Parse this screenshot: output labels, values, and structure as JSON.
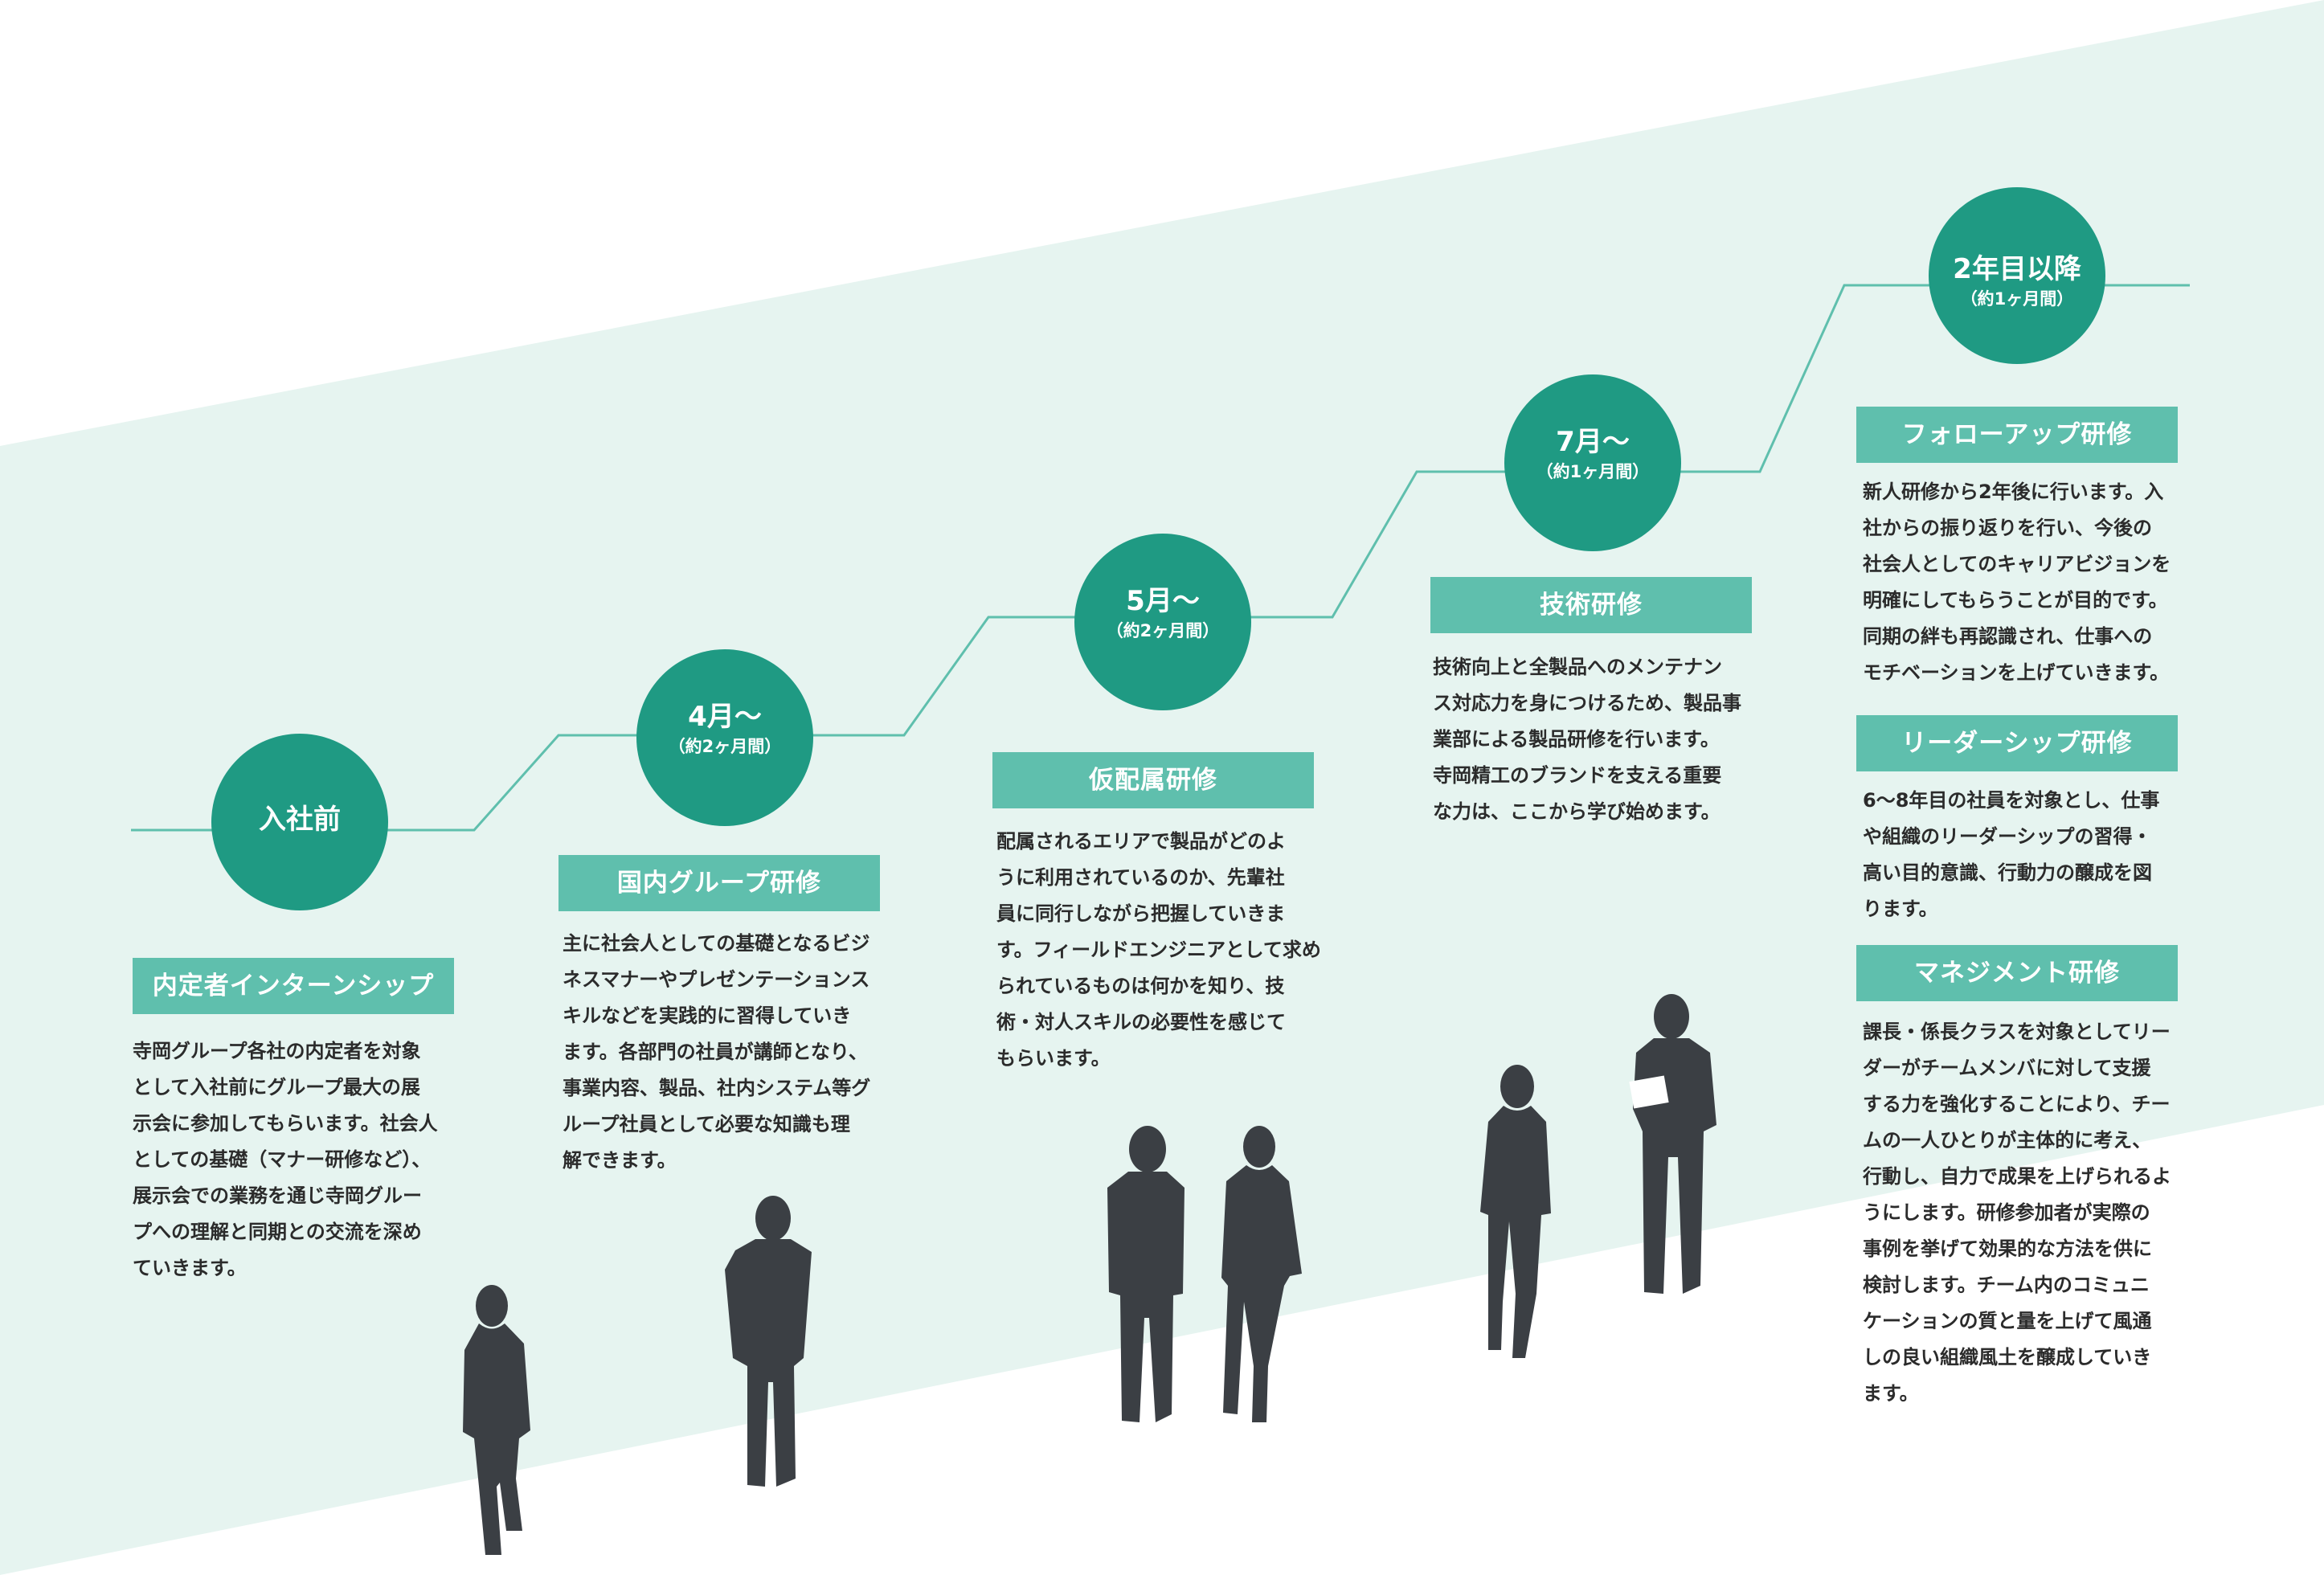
{
  "colors": {
    "band": "#e6f4f0",
    "accent": "#1f9a83",
    "label_bg": "#5fbfad",
    "line": "#5fbfad",
    "text": "#2b2b2b",
    "silhouette": "#3b3f44"
  },
  "stages": [
    {
      "circle_title": "入社前",
      "circle_sub": "",
      "programs": [
        {
          "title": "内定者インターンシップ",
          "lines": [
            "寺岡グループ各社の内定者を対象",
            "として入社前にグループ最大の展",
            "示会に参加してもらいます。社会人",
            "としての基礎（マナー研修など）、",
            "展示会での業務を通じ寺岡グルー",
            "プへの理解と同期との交流を深め",
            "ていきます。"
          ]
        }
      ]
    },
    {
      "circle_title": "4月～",
      "circle_sub": "（約2ヶ月間）",
      "programs": [
        {
          "title": "国内グループ研修",
          "lines": [
            "主に社会人としての基礎となるビジ",
            "ネスマナーやプレゼンテーションス",
            "キルなどを実践的に習得していき",
            "ます。各部門の社員が講師となり、",
            "事業内容、製品、社内システム等グ",
            "ループ社員として必要な知識も理",
            "解できます。"
          ]
        }
      ]
    },
    {
      "circle_title": "5月～",
      "circle_sub": "（約2ヶ月間）",
      "programs": [
        {
          "title": "仮配属研修",
          "lines": [
            "配属されるエリアで製品がどのよ",
            "うに利用されているのか、先輩社",
            "員に同行しながら把握していきま",
            "す。フィールドエンジニアとして求め",
            "られているものは何かを知り、技",
            "術・対人スキルの必要性を感じて",
            "もらいます。"
          ]
        }
      ]
    },
    {
      "circle_title": "7月～",
      "circle_sub": "（約1ヶ月間）",
      "programs": [
        {
          "title": "技術研修",
          "lines": [
            "技術向上と全製品へのメンテナン",
            "ス対応力を身につけるため、製品事",
            "業部による製品研修を行います。",
            "寺岡精工のブランドを支える重要",
            "な力は、ここから学び始めます。"
          ]
        }
      ]
    },
    {
      "circle_title": "2年目以降",
      "circle_sub": "（約1ヶ月間）",
      "programs": [
        {
          "title": "フォローアップ研修",
          "lines": [
            "新人研修から2年後に行います。入",
            "社からの振り返りを行い、今後の",
            "社会人としてのキャリアビジョンを",
            "明確にしてもらうことが目的です。",
            "同期の絆も再認識され、仕事への",
            "モチベーションを上げていきます。"
          ]
        },
        {
          "title": "リーダーシップ研修",
          "lines": [
            "6～8年目の社員を対象とし、仕事",
            "や組織のリーダーシップの習得・",
            "高い目的意識、行動力の醸成を図",
            "ります。"
          ]
        },
        {
          "title": "マネジメント研修",
          "lines": [
            "課長・係長クラスを対象としてリー",
            "ダーがチームメンバに対して支援",
            "する力を強化することにより、チー",
            "ムの一人ひとりが主体的に考え、",
            "行動し、自力で成果を上げられるよ",
            "うにします。研修参加者が実際の",
            "事例を挙げて効果的な方法を供に",
            "検討します。チーム内のコミュニ",
            "ケーションの質と量を上げて風通",
            "しの良い組織風土を醸成していき",
            "ます。"
          ]
        }
      ]
    }
  ]
}
